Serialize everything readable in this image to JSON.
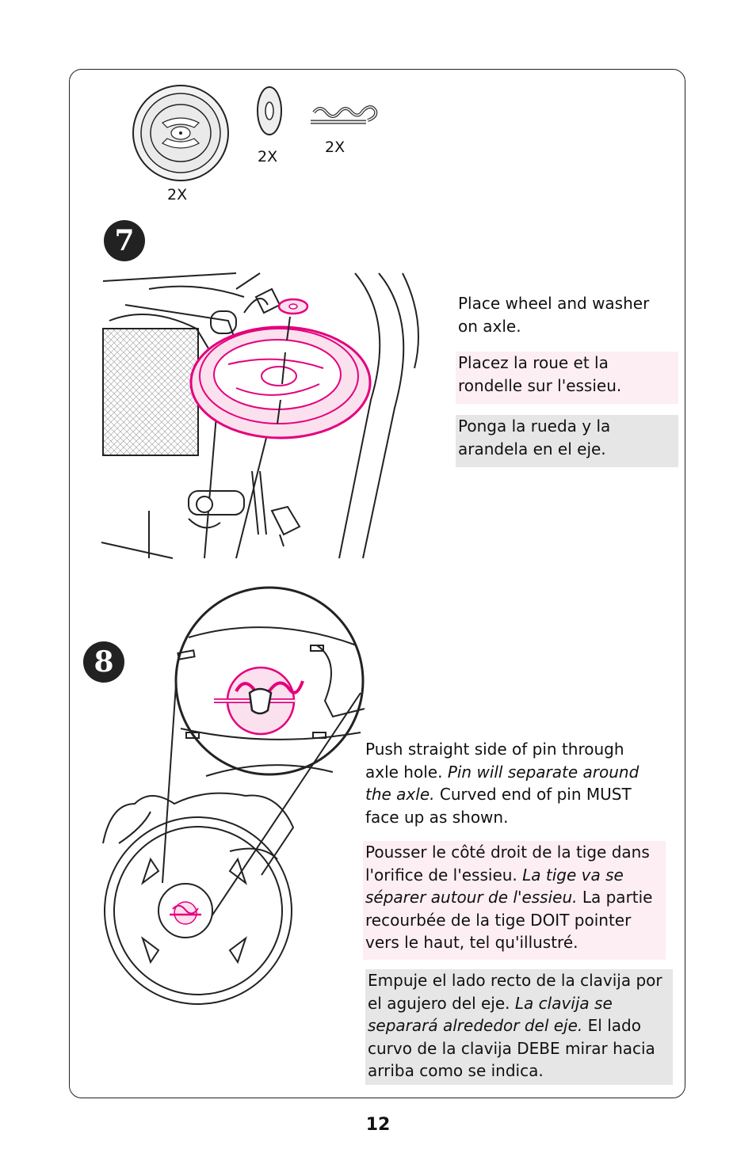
{
  "parts": {
    "wheel_qty": "2X",
    "washer_qty": "2X",
    "pin_qty": "2X"
  },
  "step7": {
    "number": "7",
    "en": "Place wheel and washer on axle.",
    "fr": "Placez la roue et la rondelle sur l'essieu.",
    "es": "Ponga la rueda y la arandela en el eje."
  },
  "step8": {
    "number": "8",
    "en_a": "Push straight side of pin through axle hole. ",
    "en_italic": "Pin will separate around the axle.",
    "en_b": " Curved end of pin MUST face up as shown.",
    "fr_a": "Pousser le côté droit de la tige dans l'orifice de l'essieu. ",
    "fr_italic": "La tige va se séparer autour de l'essieu.",
    "fr_b": " La partie recourbée de la tige DOIT pointer vers le haut, tel qu'illustré.",
    "es_a": "Empuje el lado recto de la clavija por el agujero del eje. ",
    "es_italic": "La clavija se separará alrededor del eje.",
    "es_b": " El lado curvo de la clavija DEBE mirar hacia arriba como se indica."
  },
  "page_number": "12",
  "colors": {
    "accent": "#e4007d",
    "pink_box": "#fdeef3",
    "gray_box": "#e6e6e6"
  }
}
